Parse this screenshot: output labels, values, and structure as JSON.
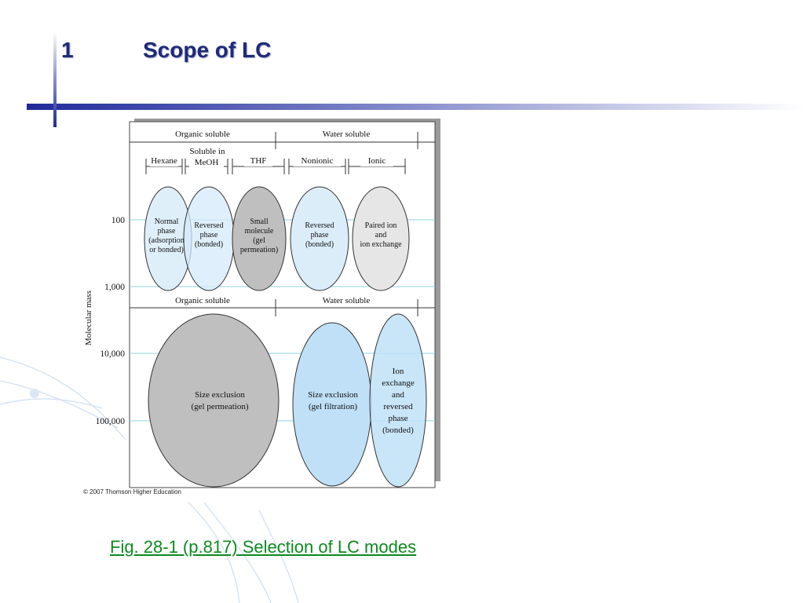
{
  "slide": {
    "number": "1",
    "title": "Scope of LC",
    "caption": "Fig. 28-1 (p.817)  Selection of LC modes",
    "accent_color": "#1f2a7a",
    "caption_color": "#0b8a1f"
  },
  "figure": {
    "copyright": "© 2007 Thomson Higher Education",
    "y_axis_label": "Molecular mass",
    "y_ticks": [
      "100",
      "1,000",
      "10,000",
      "100,000"
    ],
    "top_group_left": "Organic soluble",
    "top_group_right": "Water soluble",
    "solvents": [
      "Hexane",
      "Soluble in",
      "MeOH",
      "THF",
      "Nonionic",
      "Ionic"
    ],
    "mid_group_left": "Organic soluble",
    "mid_group_right": "Water soluble",
    "modes_low": [
      [
        "Normal",
        "phase",
        "(adsorption",
        "or bonded)"
      ],
      [
        "Reversed",
        "phase",
        "(bonded)"
      ],
      [
        "Small",
        "molecule",
        "(gel",
        "permeation)"
      ],
      [
        "Reversed",
        "phase",
        "(bonded)"
      ],
      [
        "Paired ion",
        "and",
        "ion exchange"
      ]
    ],
    "modes_high": [
      [
        "Size exclusion",
        "(gel permeation)"
      ],
      [
        "Size exclusion",
        "(gel filtration)"
      ],
      [
        "Ion",
        "exchange",
        "and",
        "reversed",
        "phase",
        "(bonded)"
      ]
    ],
    "colors": {
      "light_blue": "#dcedfa",
      "mid_blue": "#bfe0f7",
      "gray": "#bfbfbf",
      "light_gray": "#e6e6e6",
      "grid_line": "#8fd3e0"
    }
  }
}
